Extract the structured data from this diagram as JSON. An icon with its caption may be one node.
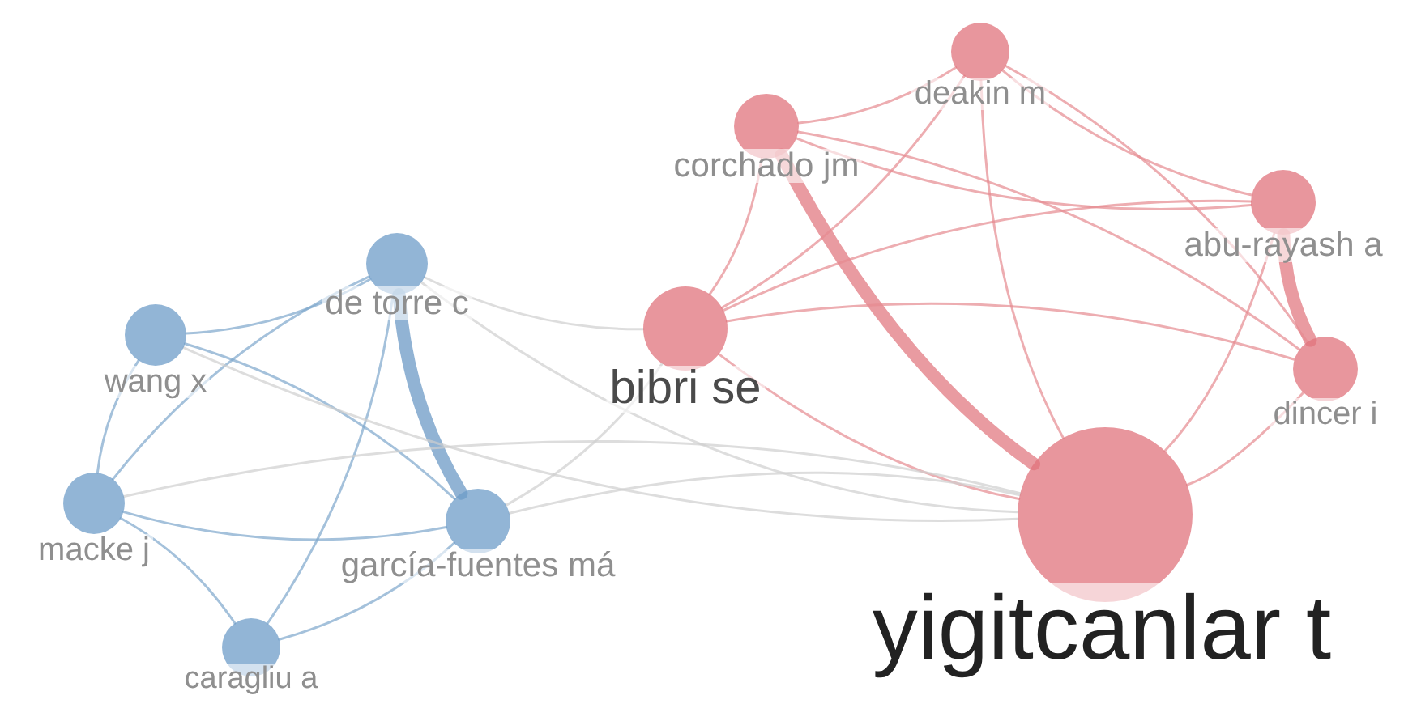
{
  "diagram": {
    "nodes": [
      {
        "text": [
          "deakin m"
        ]
      },
      {
        "text": [
          "corchado jm"
        ]
      },
      {
        "text": [
          "abu-rayash a"
        ]
      },
      {
        "text": [
          "de torre c"
        ]
      },
      {
        "text": [
          "wang x"
        ]
      },
      {
        "text": [
          "bibri se"
        ]
      },
      {
        "text": [
          "dincer i"
        ]
      },
      {
        "text": [
          "macke j"
        ]
      },
      {
        "text": [
          "garcía-fuentes má"
        ]
      },
      {
        "text": [
          "yigitcanlar t"
        ]
      },
      {
        "text": [
          "caragliu a"
        ]
      }
    ],
    "edges": [
      {
        "from": 0,
        "to": 1,
        "arrow": "none"
      },
      {
        "from": 0,
        "to": 2,
        "arrow": "none"
      },
      {
        "from": 0,
        "to": 6,
        "arrow": "none"
      },
      {
        "from": 0,
        "to": 9,
        "arrow": "none"
      },
      {
        "from": 0,
        "to": 5,
        "arrow": "none"
      },
      {
        "from": 1,
        "to": 2,
        "arrow": "none"
      },
      {
        "from": 1,
        "to": 6,
        "arrow": "none"
      },
      {
        "from": 1,
        "to": 9,
        "arrow": "none",
        "style": "thick"
      },
      {
        "from": 1,
        "to": 5,
        "arrow": "none"
      },
      {
        "from": 2,
        "to": 6,
        "arrow": "none",
        "style": "thick"
      },
      {
        "from": 2,
        "to": 9,
        "arrow": "none"
      },
      {
        "from": 2,
        "to": 5,
        "arrow": "none"
      },
      {
        "from": 5,
        "to": 6,
        "arrow": "none"
      },
      {
        "from": 5,
        "to": 9,
        "arrow": "none"
      },
      {
        "from": 6,
        "to": 9,
        "arrow": "none"
      },
      {
        "from": 3,
        "to": 8,
        "arrow": "none",
        "style": "thick",
        "color": "#7ea6cc"
      },
      {
        "from": 3,
        "to": 4,
        "arrow": "none",
        "color": "#7ea6cc"
      },
      {
        "from": 3,
        "to": 7,
        "arrow": "none",
        "color": "#7ea6cc"
      },
      {
        "from": 3,
        "to": 10,
        "arrow": "none",
        "color": "#7ea6cc"
      },
      {
        "from": 4,
        "to": 7,
        "arrow": "none",
        "color": "#7ea6cc"
      },
      {
        "from": 4,
        "to": 8,
        "arrow": "none",
        "color": "#7ea6cc"
      },
      {
        "from": 7,
        "to": 8,
        "arrow": "none",
        "color": "#7ea6cc"
      },
      {
        "from": 7,
        "to": 10,
        "arrow": "none",
        "color": "#7ea6cc"
      },
      {
        "from": 10,
        "to": 8,
        "arrow": "none",
        "color": "#7ea6cc"
      },
      {
        "from": 8,
        "to": 9,
        "arrow": "none",
        "color": "#cfcfcf"
      },
      {
        "from": 3,
        "to": 5,
        "arrow": "none",
        "color": "#cfcfcf"
      },
      {
        "from": 3,
        "to": 9,
        "arrow": "none",
        "color": "#cfcfcf"
      },
      {
        "from": 4,
        "to": 9,
        "arrow": "none",
        "color": "#cfcfcf"
      },
      {
        "from": 7,
        "to": 9,
        "arrow": "none",
        "color": "#cfcfcf"
      },
      {
        "from": 8,
        "to": 5,
        "arrow": "none",
        "color": "#cfcfcf"
      }
    ]
  }
}
